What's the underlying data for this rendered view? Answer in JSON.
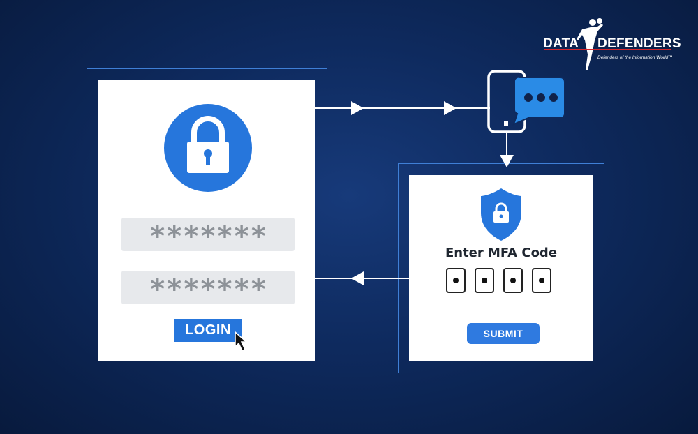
{
  "logo": {
    "left_word": "DATA",
    "right_word": "DEFENDERS",
    "tagline": "Defenders of the Information World™"
  },
  "login_panel": {
    "username_mask": "*******",
    "password_mask": "*******",
    "login_label": "LOGIN"
  },
  "mfa_panel": {
    "title": "Enter MFA Code",
    "submit_label": "SUBMIT"
  },
  "colors": {
    "accent": "#2676dc",
    "background": "#0e2a5e",
    "frame": "#3f7fd6",
    "bubble": "#2a8be6"
  },
  "icons": [
    "lock-icon",
    "phone-icon",
    "chat-bubble-icon",
    "shield-lock-icon",
    "mouse-cursor-icon"
  ]
}
